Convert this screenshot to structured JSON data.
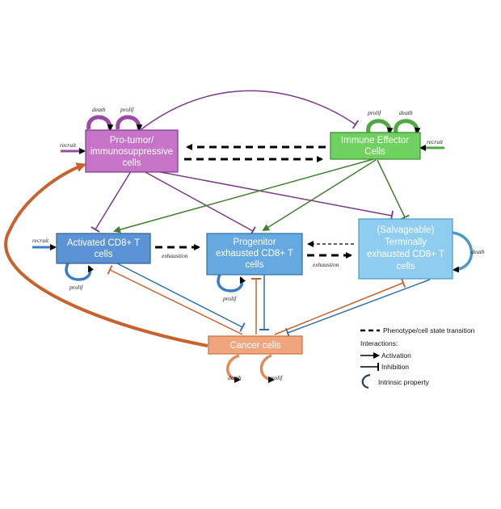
{
  "nodes": {
    "pro_tumor": {
      "lines": [
        "Pro-tumor/",
        "immunosuppressive",
        "cells"
      ],
      "fill": "#c774c8",
      "stroke": "#7a3a8a"
    },
    "immune_effector": {
      "lines": [
        "Immune Effector",
        "Cells"
      ],
      "fill": "#6fd15f",
      "stroke": "#3e8a33"
    },
    "activated_cd8": {
      "lines": [
        "Activated CD8+ T",
        "cells"
      ],
      "fill": "#5b93d4",
      "stroke": "#2f5f99"
    },
    "progenitor": {
      "lines": [
        "Progenitor",
        "exhausted CD8+ T",
        "cells"
      ],
      "fill": "#66a9e0",
      "stroke": "#2f6fa8"
    },
    "terminal": {
      "lines": [
        "(Salvageable)",
        "Terminally",
        "exhausted CD8+ T",
        "cells"
      ],
      "fill": "#8ecdf0",
      "stroke": "#4a9ac8"
    },
    "cancer": {
      "lines": [
        "Cancer cells"
      ],
      "fill": "#f0a57c",
      "stroke": "#c9703f"
    }
  },
  "labels": {
    "death": "death",
    "prolif": "prolif",
    "recruit": "recruit",
    "exhaustion": "exhaustion"
  },
  "legend": {
    "phenotype": "Phenotype/cell state transition",
    "interactions": "Interactions:",
    "activation": "Activation",
    "inhibition": "Inhibition",
    "intrinsic": "Intrinsic property"
  },
  "colors": {
    "purple": "#7a3a8a",
    "green": "#3f7f2f",
    "blue": "#2f6fa8",
    "orange": "#c8612c",
    "dark": "#000000"
  }
}
